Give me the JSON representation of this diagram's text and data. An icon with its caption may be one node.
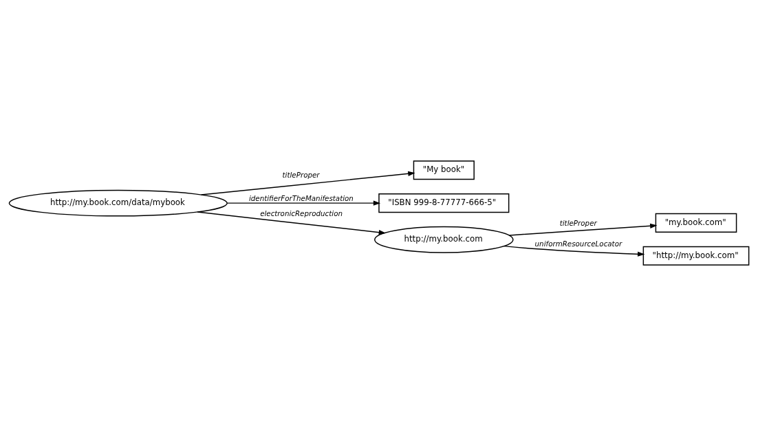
{
  "diagram": {
    "nodes": [
      {
        "text": [
          "http://my.book.com/data/mybook"
        ]
      },
      {
        "text": [
          "\"My book\""
        ]
      },
      {
        "text": [
          "\"ISBN 999-8-77777-666-5\""
        ]
      },
      {
        "text": [
          "http://my.book.com"
        ]
      },
      {
        "text": [
          "\"my.book.com\""
        ]
      },
      {
        "text": [
          "\"http://my.book.com\""
        ]
      }
    ],
    "edges": [
      {
        "from": 0,
        "to": 1,
        "arrow": "to",
        "label": "titleProper"
      },
      {
        "from": 0,
        "to": 2,
        "arrow": "to",
        "label": "identifierForTheManifestation"
      },
      {
        "from": 0,
        "to": 3,
        "arrow": "to",
        "label": "electronicReproduction"
      },
      {
        "from": 3,
        "to": 4,
        "arrow": "to",
        "label": "titleProper"
      },
      {
        "from": 3,
        "to": 5,
        "arrow": "to",
        "label": "uniformResourceLocator"
      }
    ]
  }
}
